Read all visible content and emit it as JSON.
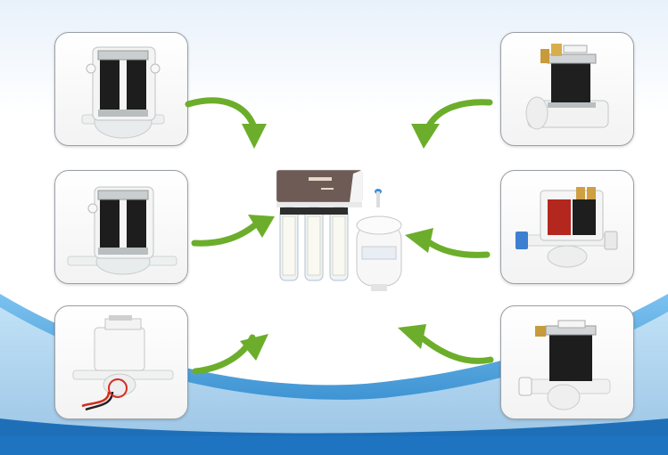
{
  "scene": {
    "colors": {
      "sky_top": "#eaf2fb",
      "wave_blue": "#2f95d8",
      "wave_light": "#cfe6f7",
      "arrow_green": "#6cae2b",
      "card_border": "#9aa0a6"
    },
    "cards": [
      {
        "id": "valve-top-left",
        "kind": "solenoid-valve-large"
      },
      {
        "id": "valve-mid-left",
        "kind": "solenoid-valve-large"
      },
      {
        "id": "valve-bottom-left",
        "kind": "solenoid-valve-compact-wired"
      },
      {
        "id": "valve-top-right",
        "kind": "solenoid-valve-brass-terminal"
      },
      {
        "id": "valve-mid-right",
        "kind": "solenoid-valve-red-coil"
      },
      {
        "id": "valve-bottom-right",
        "kind": "solenoid-valve-quick-connect"
      }
    ],
    "center_product": {
      "kind": "ro-water-purifier",
      "filter_count": 3,
      "has_tank": true
    }
  }
}
